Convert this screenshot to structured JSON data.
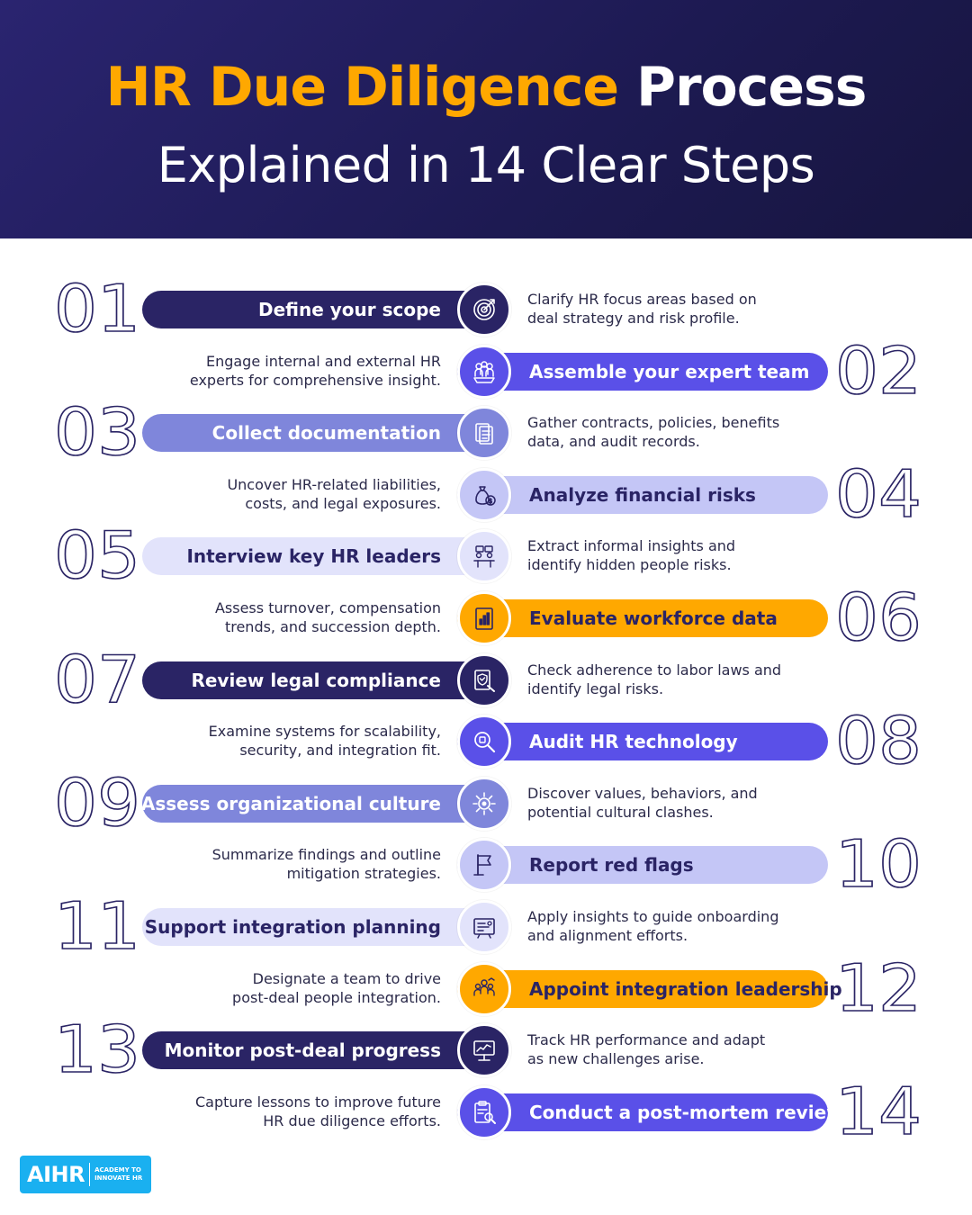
{
  "header": {
    "title_accent": "HR Due Diligence",
    "title_rest": "Process",
    "subtitle": "Explained in 14 Clear Steps"
  },
  "colors": {
    "header_bg": "#1d1a52",
    "accent_orange": "#FFA800",
    "dark_navy": "#2a2465",
    "violet": "#5a50e8",
    "periwinkle": "#7f86db",
    "lavender": "#c4c6f6",
    "pale_lavender": "#e2e3fb"
  },
  "steps": [
    {
      "number": "01",
      "title": "Define your scope",
      "desc": [
        "Clarify HR focus areas based on",
        "deal strategy and risk profile."
      ],
      "icon": "target-icon",
      "theme": "navy"
    },
    {
      "number": "02",
      "title": "Assemble your expert team",
      "desc": [
        "Engage internal and external HR",
        "experts for comprehensive insight."
      ],
      "icon": "team-icon",
      "theme": "violet"
    },
    {
      "number": "03",
      "title": "Collect documentation",
      "desc": [
        "Gather contracts, policies, benefits",
        "data, and audit records."
      ],
      "icon": "documents-icon",
      "theme": "periwinkle"
    },
    {
      "number": "04",
      "title": "Analyze financial risks",
      "desc": [
        "Uncover HR-related liabilities,",
        "costs, and legal exposures."
      ],
      "icon": "money-bag-icon",
      "theme": "lavender"
    },
    {
      "number": "05",
      "title": "Interview key HR leaders",
      "desc": [
        "Extract informal insights and",
        "identify hidden people risks."
      ],
      "icon": "interview-icon",
      "theme": "pale"
    },
    {
      "number": "06",
      "title": "Evaluate workforce data",
      "desc": [
        "Assess turnover, compensation",
        "trends, and succession depth."
      ],
      "icon": "report-chart-icon",
      "theme": "orange"
    },
    {
      "number": "07",
      "title": "Review legal compliance",
      "desc": [
        "Check adherence to labor laws and",
        "identify legal risks."
      ],
      "icon": "compliance-icon",
      "theme": "navy"
    },
    {
      "number": "08",
      "title": "Audit HR technology",
      "desc": [
        "Examine systems for scalability,",
        "security, and integration fit."
      ],
      "icon": "tech-search-icon",
      "theme": "violet"
    },
    {
      "number": "09",
      "title": "Assess organizational culture",
      "desc": [
        "Discover values, behaviors, and",
        "potential cultural clashes."
      ],
      "icon": "culture-gear-icon",
      "theme": "periwinkle"
    },
    {
      "number": "10",
      "title": "Report red flags",
      "desc": [
        "Summarize findings and outline",
        "mitigation strategies."
      ],
      "icon": "flag-icon",
      "theme": "lavender"
    },
    {
      "number": "11",
      "title": "Support integration planning",
      "desc": [
        "Apply insights to guide onboarding",
        "and alignment efforts."
      ],
      "icon": "planning-board-icon",
      "theme": "pale"
    },
    {
      "number": "12",
      "title": "Appoint integration leadership",
      "desc": [
        "Designate a team to drive",
        "post-deal people integration."
      ],
      "icon": "leadership-icon",
      "theme": "orange"
    },
    {
      "number": "13",
      "title": "Monitor post-deal progress",
      "desc": [
        "Track HR performance and adapt",
        "as new challenges arise."
      ],
      "icon": "monitor-icon",
      "theme": "navy"
    },
    {
      "number": "14",
      "title": "Conduct a post-mortem review",
      "desc": [
        "Capture lessons to improve future",
        "HR due diligence efforts."
      ],
      "icon": "review-clipboard-icon",
      "theme": "violet"
    }
  ],
  "logo": {
    "name": "AIHR",
    "tagline_line1": "ACADEMY TO",
    "tagline_line2": "INNOVATE HR"
  }
}
